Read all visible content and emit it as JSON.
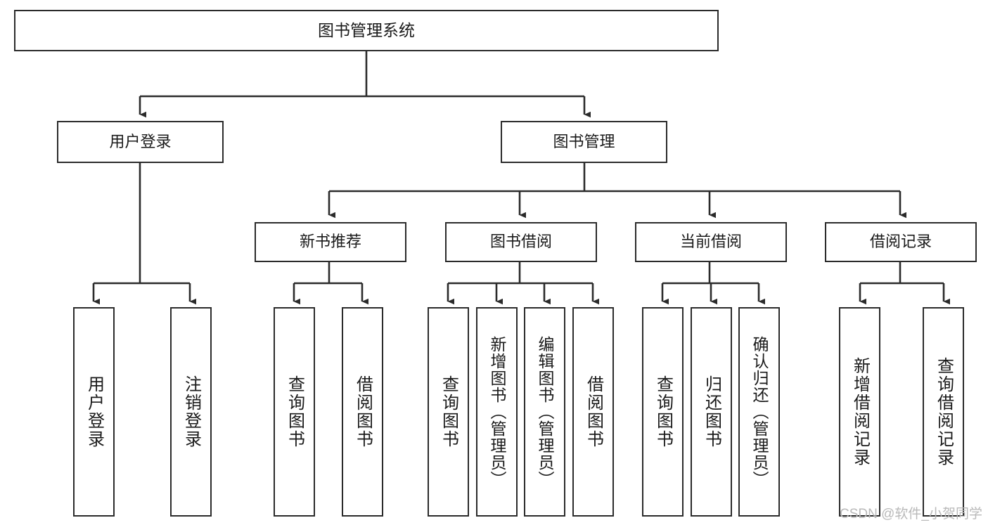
{
  "diagram": {
    "kind": "tree-hierarchy-chart",
    "title": "图书管理系统",
    "colors": {
      "box_border": "#2b2b2b",
      "box_fill": "#ffffff",
      "connector": "#2b2b2b",
      "text": "#1a1a1a",
      "watermark": "#b9b9b9",
      "background": "#ffffff"
    },
    "root": {
      "label": "图书管理系统"
    },
    "level2": [
      {
        "label": "用户登录"
      },
      {
        "label": "图书管理"
      }
    ],
    "level3": [
      {
        "label": "新书推荐"
      },
      {
        "label": "图书借阅"
      },
      {
        "label": "当前借阅"
      },
      {
        "label": "借阅记录"
      }
    ],
    "leaves": {
      "user_login": [
        {
          "label": "用户登录"
        },
        {
          "label": "注销登录"
        }
      ],
      "new_book_recommend": [
        {
          "label": "查询图书"
        },
        {
          "label": "借阅图书"
        }
      ],
      "book_borrow": [
        {
          "label": "查询图书"
        },
        {
          "label": "新增图书（管理员）"
        },
        {
          "label": "编辑图书（管理员）"
        },
        {
          "label": "借阅图书"
        }
      ],
      "current_borrow": [
        {
          "label": "查询图书"
        },
        {
          "label": "归还图书"
        },
        {
          "label": "确认归还（管理员）"
        }
      ],
      "borrow_record": [
        {
          "label": "新增借阅记录"
        },
        {
          "label": "查询借阅记录"
        }
      ]
    },
    "watermark": "CSDN @软件_小贺同学"
  }
}
